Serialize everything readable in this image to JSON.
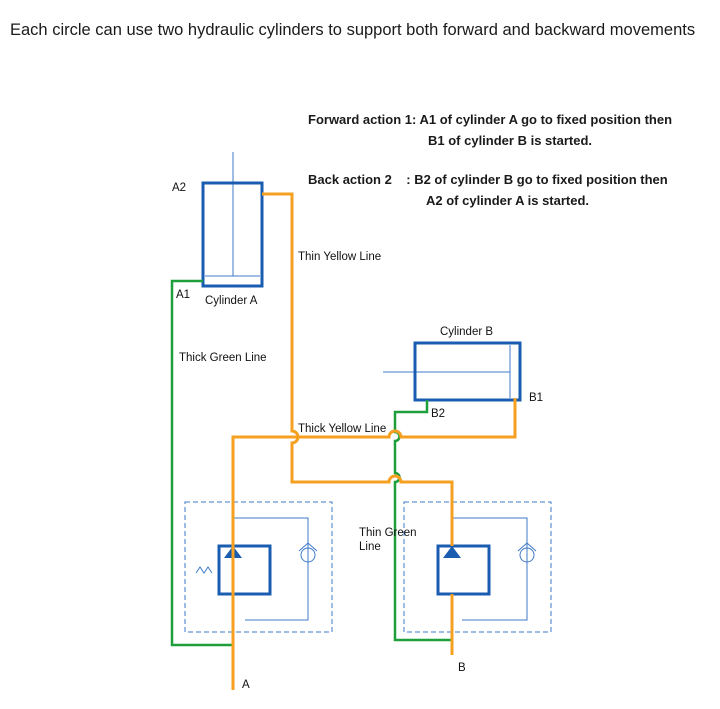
{
  "title": "Each circle can use two hydraulic cylinders to support both forward and backward movements",
  "sequence": {
    "forward_line1": "Forward action 1: A1 of cylinder A go to fixed position then",
    "forward_line2": "B1 of cylinder B is started.",
    "back_line1": "Back action 2    : B2 of cylinder B go to fixed position then",
    "back_line2": "A2 of cylinder A is started."
  },
  "labels": {
    "a2": "A2",
    "a1": "A1",
    "cylinder_a": "Cylinder A",
    "cylinder_b": "Cylinder B",
    "b1": "B1",
    "b2": "B2",
    "thin_yellow": "Thin Yellow Line",
    "thick_green": "Thick Green Line",
    "thick_yellow": "Thick Yellow Line",
    "thin_green_1": "Thin Green",
    "thin_green_2": "Line",
    "port_a": "A",
    "port_b": "B"
  },
  "colors": {
    "orange": "#f5a020",
    "green": "#1f9e3c",
    "blue": "#1a5cb0",
    "thin_blue": "#3d78c8",
    "dashed": "#3d78c8"
  }
}
